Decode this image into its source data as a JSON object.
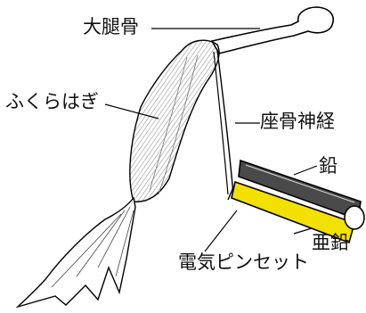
{
  "labels": {
    "femur": "大腿骨",
    "calf": "ふくらはぎ",
    "sciatic_nerve": "座骨神経",
    "copper": "鉛",
    "zinc": "亜鉛",
    "tweezers": "電気ピンセット"
  },
  "colors": {
    "outline": "#000000",
    "copper_plate": "#4a4a4a",
    "zinc_plate": "#f2e000"
  }
}
